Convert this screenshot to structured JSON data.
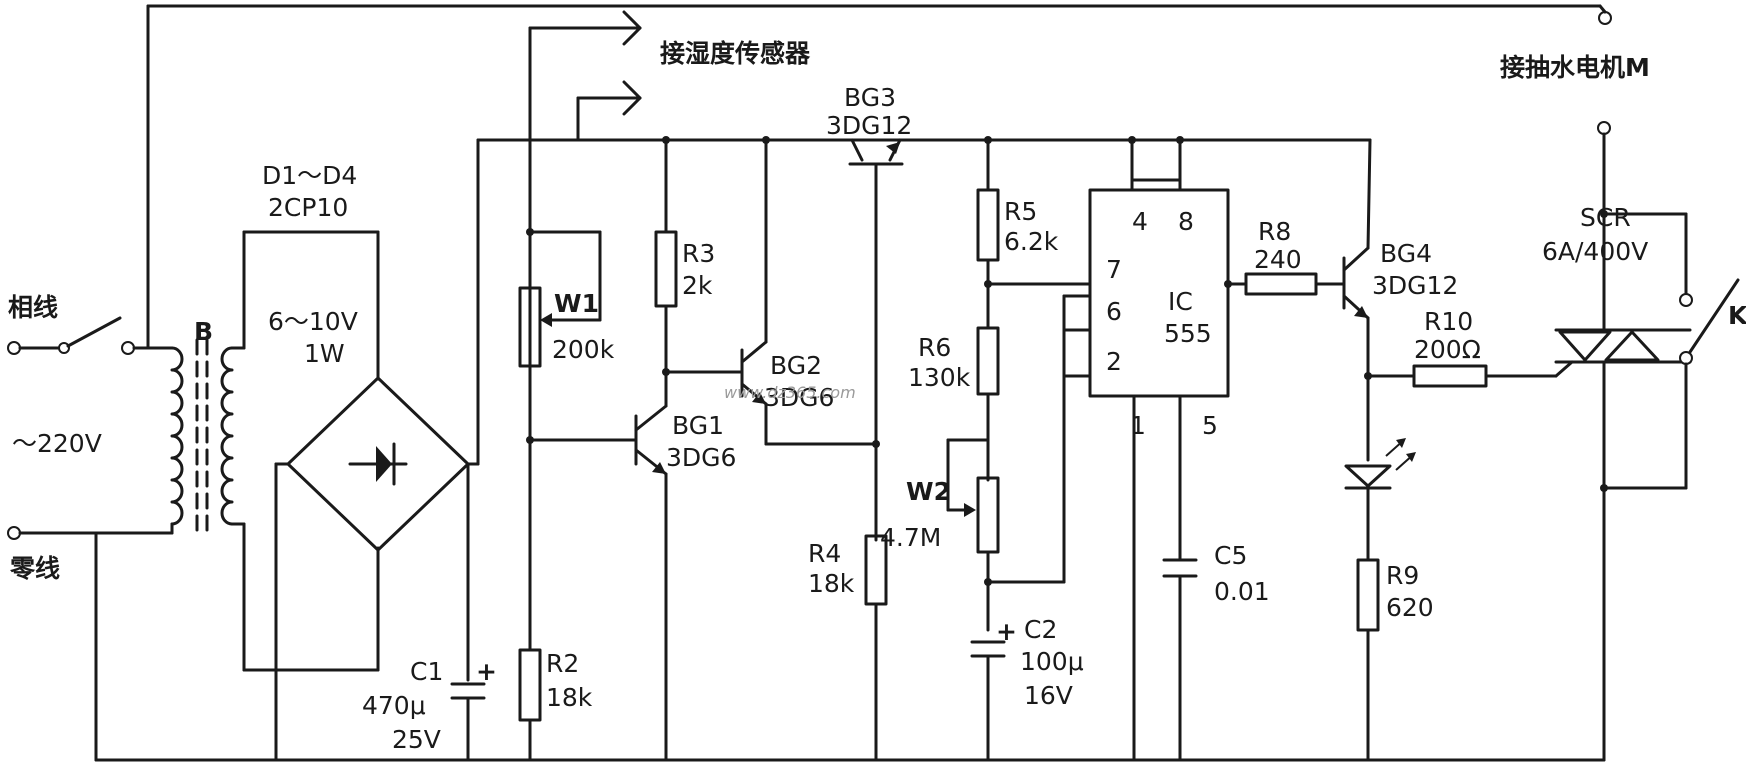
{
  "labels": {
    "live_wire": "相线",
    "neutral_wire": "零线",
    "mains_voltage": "～220V",
    "transformer": "B",
    "diodes": "D1～D4",
    "diodes_type": "2CP10",
    "secondary_voltage": "6～10V",
    "secondary_power": "1W",
    "humidity_sensor": "接湿度传感器",
    "pump_motor": "接抽水电机M",
    "watermark": "www.dz365.com"
  },
  "components": {
    "c1": {
      "name": "C1",
      "value": "470μ",
      "voltage": "25V"
    },
    "w1": {
      "name": "W1",
      "value": "200k"
    },
    "r2": {
      "name": "R2",
      "value": "18k"
    },
    "r3": {
      "name": "R3",
      "value": "2k"
    },
    "bg1": {
      "name": "BG1",
      "type": "3DG6"
    },
    "bg2": {
      "name": "BG2",
      "type": "3DG6"
    },
    "bg3": {
      "name": "BG3",
      "type": "3DG12"
    },
    "r4": {
      "name": "R4",
      "value": "18k"
    },
    "r5": {
      "name": "R5",
      "value": "6.2k"
    },
    "r6": {
      "name": "R6",
      "value": "130k"
    },
    "w2": {
      "name": "W2",
      "value": "4.7M"
    },
    "c2": {
      "name": "C2",
      "value": "100μ",
      "voltage": "16V"
    },
    "ic": {
      "name": "IC",
      "type": "555",
      "pin4": "4",
      "pin8": "8",
      "pin7": "7",
      "pin6": "6",
      "pin2": "2",
      "pin1": "1",
      "pin5": "5"
    },
    "c5": {
      "name": "C5",
      "value": "0.01"
    },
    "r8": {
      "name": "R8",
      "value": "240"
    },
    "bg4": {
      "name": "BG4",
      "type": "3DG12"
    },
    "r9": {
      "name": "R9",
      "value": "620"
    },
    "r10": {
      "name": "R10",
      "value": "200Ω"
    },
    "scr": {
      "name": "SCR",
      "value": "6A/400V"
    },
    "k": {
      "name": "K"
    }
  }
}
